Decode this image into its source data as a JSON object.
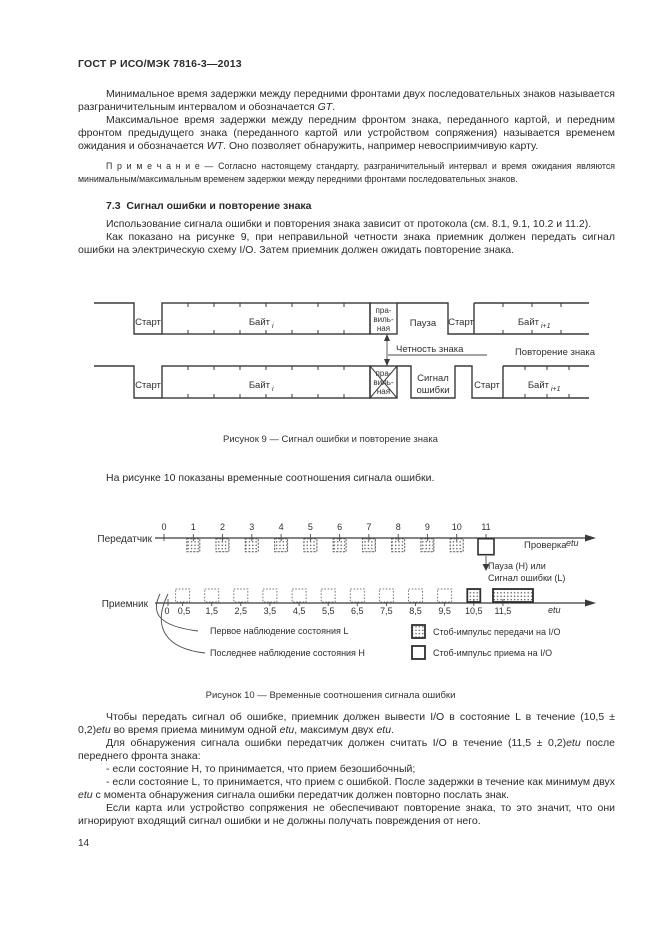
{
  "colors": {
    "ink": "#2b2b2b",
    "line": "#3a3a3a",
    "background": "#ffffff"
  },
  "document": {
    "header": "ГОСТ Р ИСО/МЭК 7816-3—2013",
    "page_number": "14"
  },
  "content": {
    "p1": {
      "s1": "Минимальное время задержки между передними фронтами двух последовательных знаков называется разграничительным интервалом и обозначается ",
      "i1": "GT",
      "s2": "."
    },
    "p2": {
      "s1": "Максимальное время задержки между передним фронтом знака, переданного картой, и передним фронтом предыдущего знака (переданного картой или устройством сопряжения) называется временем ожидания и обозначается ",
      "i1": "WT",
      "s2": ". Оно позволяет обнаружить, например невосприимчивую карту."
    },
    "note": "П р и м е ч а н и е — Согласно настоящему стандарту, разграничительный интервал и время ожидания являются минимальным/максимальным временем задержки между передними фронтами последовательных знаков.",
    "heading_7_3": "7.3  Сигнал ошибки и повторение знака",
    "p3a": "Использование сигнала ошибки и повторения знака зависит от протокола (см. 8.1, 9.1, 10.2 и 11.2).",
    "p3b": "Как показано на рисунке 9, при неправильной четности знака приемник должен передать сигнал ошибки на электрическую схему I/O. Затем приемник должен ожидать повторение знака.",
    "p4": "На рисунке 10 показаны временные соотношения сигнала ошибки.",
    "p5": {
      "s1": "Чтобы передать сигнал об ошибке, приемник должен вывести I/O в состояние L в течение (10,5 ± 0,2)",
      "i1": "etu",
      "s2": " во время приема минимум одной ",
      "i2": "etu",
      "s3": ", максимум двух ",
      "i3": "etu",
      "s4": "."
    },
    "p6": {
      "s1": "Для обнаружения сигнала ошибки передатчик должен считать I/O в течение (11,5 ± 0,2)",
      "i1": "etu",
      "s2": " после переднего фронта знака:"
    },
    "b1": "- если состояние H, то принимается, что прием безошибочный;",
    "b2": {
      "s1": "- если состояние L, то принимается, что прием с ошибкой. После задержки в течение как минимум двух ",
      "i1": "etu",
      "s2": " с момента обнаружения сигнала ошибки передатчик должен повторно послать знак."
    },
    "p7": "Если карта или устройство сопряжения не обеспечивают повторение знака, то это значит, что они игнорируют входящий сигнал ошибки и не должны получать повреждения от него."
  },
  "fig9": {
    "caption": "Рисунок 9 — Сигнал ошибки и повторение знака",
    "labels": {
      "start": "Старт",
      "byte": "Байт",
      "sub_i": "i",
      "sub_i1": "i+1",
      "parity_l1": "пра-",
      "parity_l2": "виль-",
      "parity_l3": "ная",
      "pause": "Пауза",
      "error_l1": "Сигнал",
      "error_l2": "ошибки",
      "parity_annotation": "Четность знака",
      "repeat_annotation": "Повторение знака"
    }
  },
  "fig10": {
    "caption": "Рисунок 10 — Временные соотношения сигнала ошибки",
    "transmitter": {
      "label": "Передатчик",
      "ticks": [
        "0",
        "1",
        "2",
        "3",
        "4",
        "5",
        "6",
        "7",
        "8",
        "9",
        "10",
        "11"
      ],
      "check_label": "Проверка",
      "etu": "etu",
      "pause_line1": "Пауза (H) или",
      "pause_line2": "Сигнал ошибки (L)"
    },
    "receiver": {
      "label": "Приемник",
      "ticks": [
        "0",
        "0,5",
        "1,5",
        "2,5",
        "3,5",
        "4,5",
        "5,5",
        "6,5",
        "7,5",
        "8,5",
        "9,5",
        "10,5",
        "11,5"
      ],
      "etu": "etu",
      "first_l": "Первое наблюдение состояния L",
      "last_h": "Последнее наблюдение состояния H"
    },
    "legend": {
      "tx": "Стоб-импульс передачи на I/O",
      "rx": "Стоб-импульс приема на I/O"
    }
  }
}
